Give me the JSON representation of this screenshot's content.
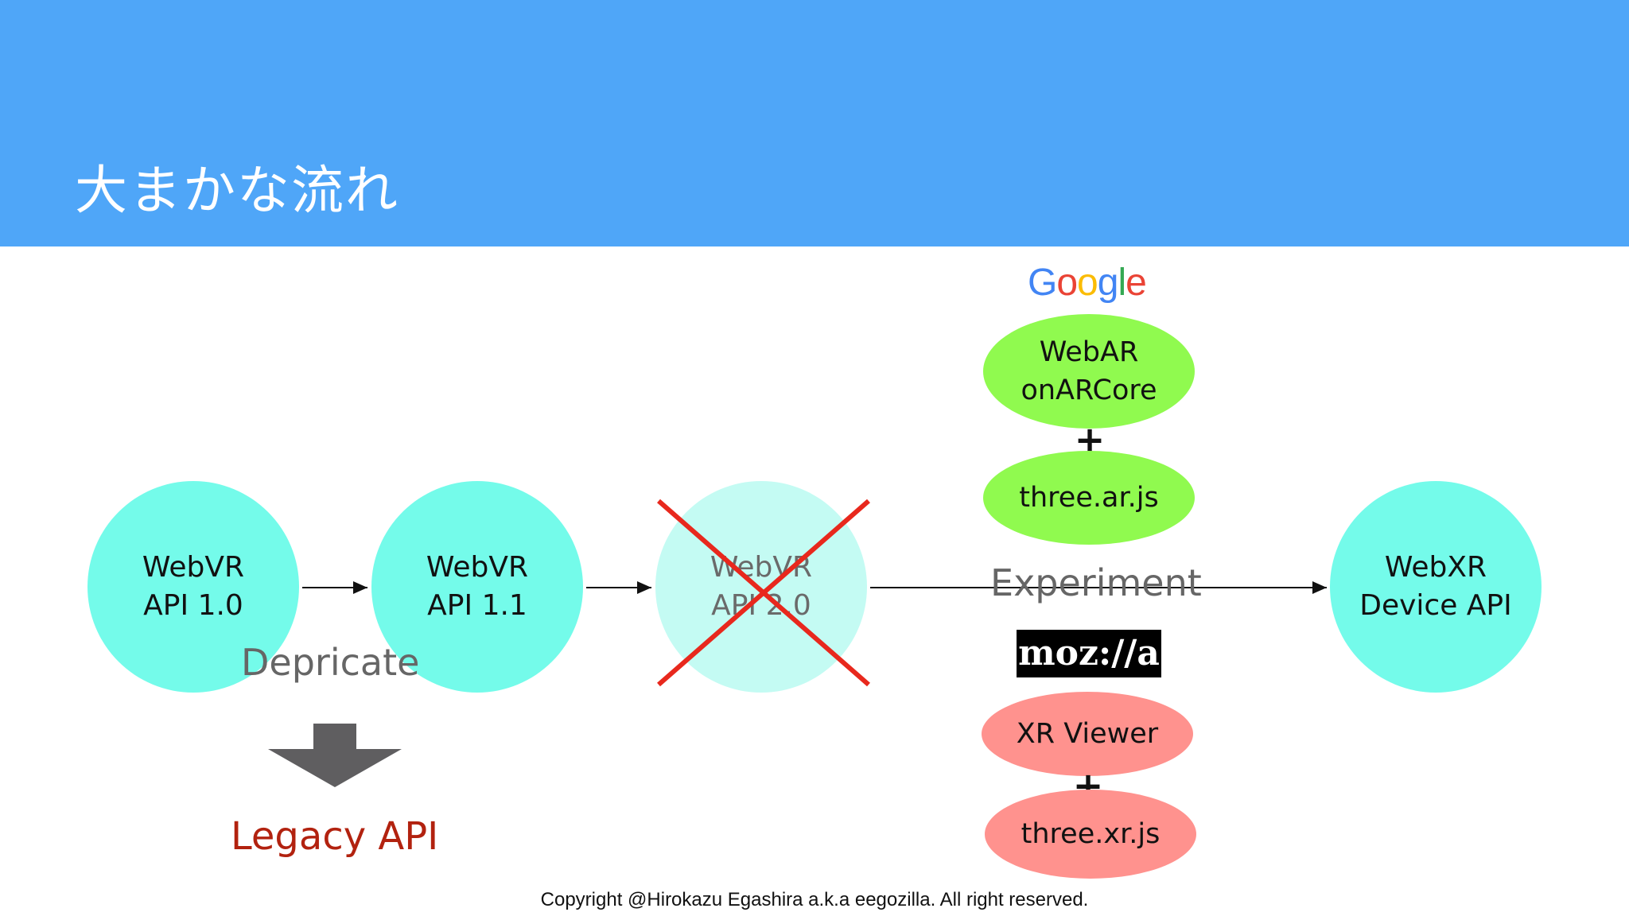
{
  "header": {
    "title": "大まかな流れ",
    "color": "#4FA6F8"
  },
  "nodes": {
    "webvr10": {
      "line1": "WebVR",
      "line2": "API 1.0"
    },
    "webvr11": {
      "line1": "WebVR",
      "line2": "API 1.1"
    },
    "webvr20": {
      "line1": "WebVR",
      "line2": "API 2.0"
    },
    "webxr": {
      "line1": "WebXR",
      "line2": "Device API"
    }
  },
  "google": {
    "letters": [
      "G",
      "o",
      "o",
      "g",
      "l",
      "e"
    ],
    "colors": [
      "#4285F4",
      "#EA4335",
      "#FBBC05",
      "#4285F4",
      "#34A853",
      "#EA4335"
    ],
    "webar": {
      "line1": "WebAR",
      "line2": "onARCore"
    },
    "plus": "+",
    "lib": "three.ar.js"
  },
  "mozilla": {
    "logo": "moz://a",
    "viewer": "XR Viewer",
    "plus": "+",
    "lib": "three.xr.js"
  },
  "labels": {
    "experiment": "Experiment",
    "depricate": "Depricate",
    "legacy": "Legacy API"
  },
  "colors": {
    "node": "#74FBEA",
    "node_faded": "#C4FBF3",
    "green": "#90FA4F",
    "red_oval": "#FF928E",
    "cross": "#E8281D",
    "legacy": "#B2220F",
    "arrow_down": "#5F5E60"
  },
  "footer": {
    "copyright": "Copyright @Hirokazu Egashira a.k.a eegozilla. All right reserved."
  }
}
